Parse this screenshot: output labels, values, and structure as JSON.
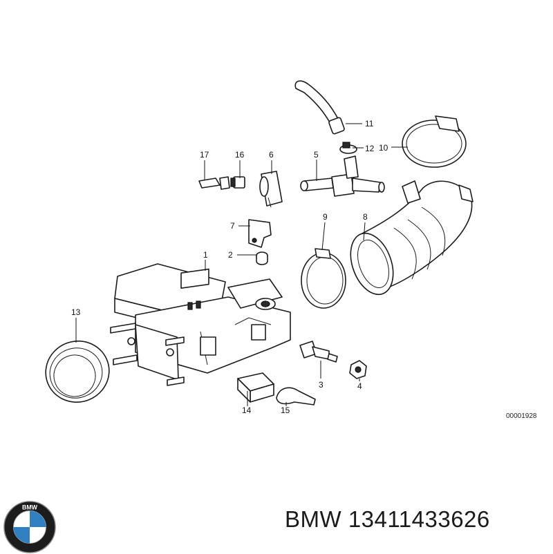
{
  "diagram": {
    "callouts": [
      {
        "id": "1",
        "label": "1"
      },
      {
        "id": "2",
        "label": "2"
      },
      {
        "id": "3",
        "label": "3"
      },
      {
        "id": "4",
        "label": "4"
      },
      {
        "id": "5",
        "label": "5"
      },
      {
        "id": "6",
        "label": "6"
      },
      {
        "id": "7",
        "label": "7"
      },
      {
        "id": "8",
        "label": "8"
      },
      {
        "id": "9",
        "label": "9"
      },
      {
        "id": "10",
        "label": "10"
      },
      {
        "id": "11",
        "label": "11"
      },
      {
        "id": "12",
        "label": "12"
      },
      {
        "id": "13",
        "label": "13"
      },
      {
        "id": "14",
        "label": "14"
      },
      {
        "id": "15",
        "label": "15"
      },
      {
        "id": "16",
        "label": "16"
      },
      {
        "id": "17",
        "label": "17"
      }
    ],
    "reference_number": "00001928"
  },
  "footer": {
    "brand": "BMW",
    "part_number": "13411433626",
    "logo_text": "BMW"
  },
  "colors": {
    "line": "#1a1a1a",
    "logo_blue": "#2f7fc1",
    "logo_ring": "#1c1c1c"
  }
}
